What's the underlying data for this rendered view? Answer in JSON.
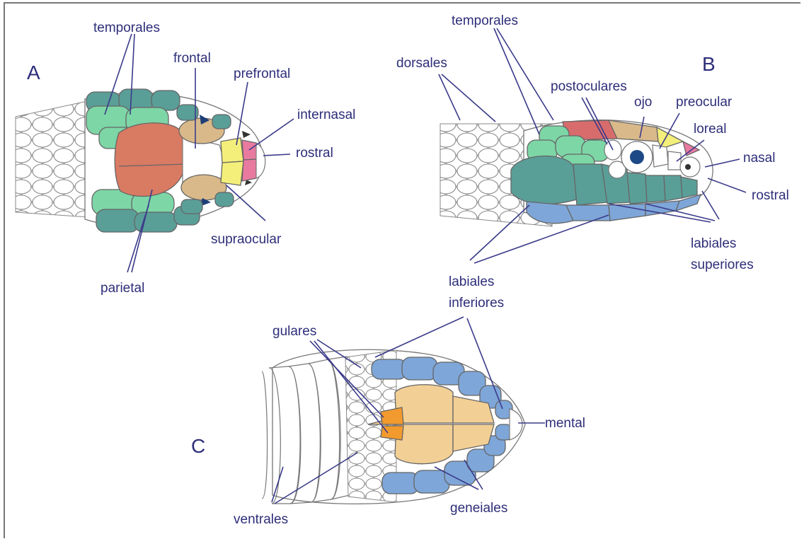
{
  "panels": {
    "A": {
      "letter": "A",
      "labels": {
        "temporales": "temporales",
        "frontal": "frontal",
        "prefrontal": "prefrontal",
        "internasal": "internasal",
        "rostral": "rostral",
        "supraocular": "supraocular",
        "parietal": "parietal"
      }
    },
    "B": {
      "letter": "B",
      "labels": {
        "temporales": "temporales",
        "dorsales": "dorsales",
        "postoculares": "postoculares",
        "ojo": "ojo",
        "preocular": "preocular",
        "loreal": "loreal",
        "nasal": "nasal",
        "rostral": "rostral",
        "labiales_superiores_1": "labiales",
        "labiales_superiores_2": "superiores",
        "labiales_inferiores_1": "labiales",
        "labiales_inferiores_2": "inferiores"
      }
    },
    "C": {
      "letter": "C",
      "labels": {
        "gulares": "gulares",
        "mental": "mental",
        "geneiales": "geneiales",
        "ventrales": "ventrales"
      }
    }
  },
  "colors": {
    "temporales": "#7dd6a6",
    "temporales_dark": "#5a9e98",
    "parietal": "#d97a62",
    "supraocular": "#d9b98a",
    "prefrontal": "#f4ef7a",
    "internasal": "#e87aa0",
    "labiales_superiores": "#5a9e98",
    "labiales_inferiores": "#7ea6d8",
    "preocular": "#f2eb90",
    "postoculares_red": "#d86c6c",
    "geneiales": "#f2cf95",
    "gulares": "#f29a2e",
    "ink": "#2e2e7a"
  }
}
